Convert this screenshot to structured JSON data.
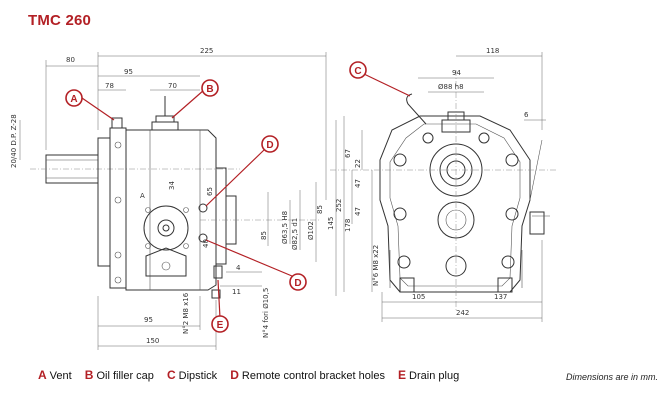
{
  "title": "TMC 260",
  "callouts": [
    "A",
    "B",
    "C",
    "D",
    "D",
    "E"
  ],
  "dimensions": {
    "d80": "80",
    "d95t": "95",
    "d78": "78",
    "d70": "70",
    "d225": "225",
    "d118": "118",
    "d94": "94",
    "d88": "Ø88 h8",
    "d6": "6",
    "d2040": "20/40 D.P. Z-28",
    "d67": "67",
    "d22": "22",
    "d47a": "47",
    "d47b": "47",
    "d252": "252",
    "d178": "178",
    "d145": "145",
    "d65": "65",
    "d85": "85",
    "d635": "Ø63,5 H8",
    "d825": "Ø82,5 d1",
    "d102": "Ø102",
    "d34": "34",
    "d40": "40",
    "dA": "A",
    "d4": "4",
    "d11": "11",
    "dn4": "N°4 fori Ø10,5",
    "dn2": "N°2 M8 x16",
    "dn6": "N°6 M8 x22",
    "d95b": "95",
    "d150": "150",
    "d105": "105",
    "d137": "137",
    "d242": "242"
  },
  "legend": [
    {
      "letter": "A",
      "text": "Vent"
    },
    {
      "letter": "B",
      "text": "Oil filler cap"
    },
    {
      "letter": "C",
      "text": "Dipstick"
    },
    {
      "letter": "D",
      "text": "Remote control bracket holes"
    },
    {
      "letter": "E",
      "text": "Drain plug"
    }
  ],
  "note": "Dimensions are in mm."
}
